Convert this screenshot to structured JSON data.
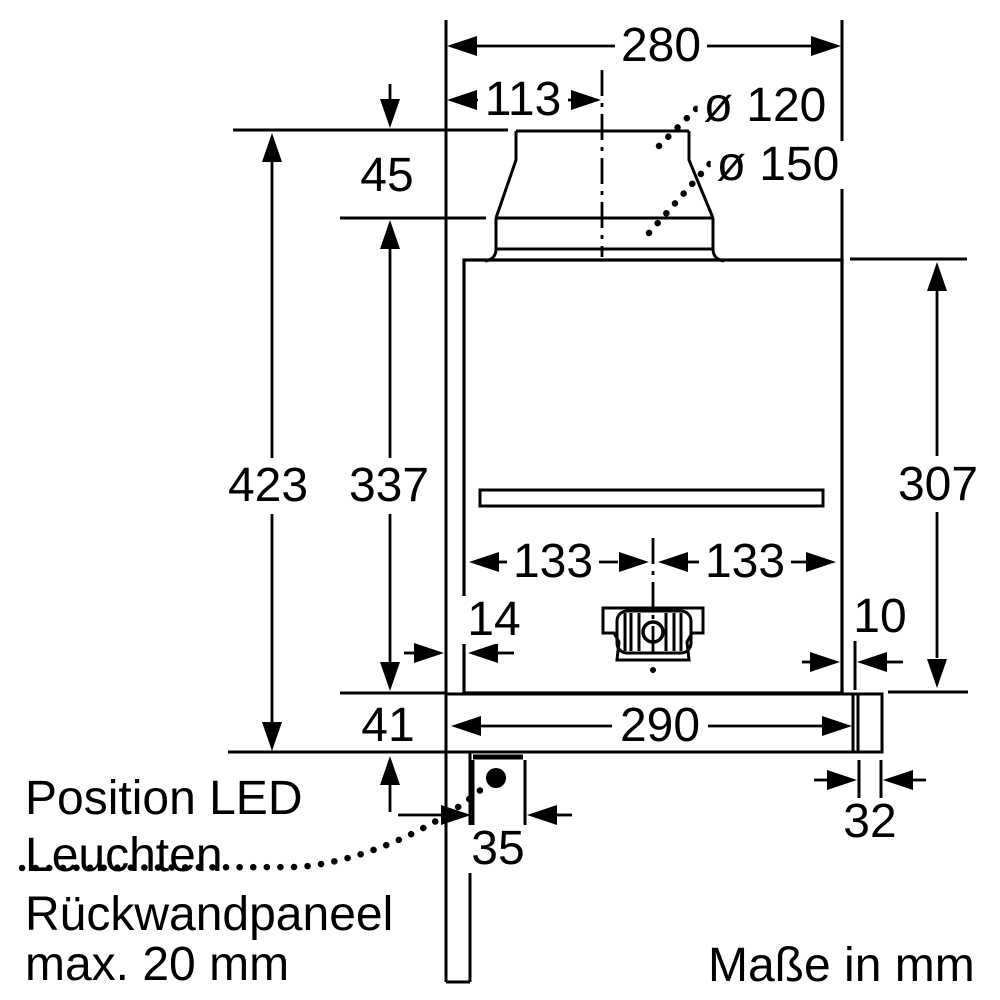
{
  "drawing": {
    "unit_note": "Maße in mm",
    "notes": {
      "led_position": "Position LED\nLeuchten",
      "back_panel": "Rückwandpaneel\nmax. 20 mm"
    },
    "dimensions": {
      "overall_width": "280",
      "duct_center_offset": "113",
      "duct_diameter_small": "ø 120",
      "duct_diameter_large": "ø 150",
      "duct_collar_height": "45",
      "overall_height": "423",
      "body_height": "337",
      "right_side_height": "307",
      "center_to_left": "133",
      "center_to_right": "133",
      "rear_gap": "14",
      "side_gap": "10",
      "plinth_height": "41",
      "plinth_width": "290",
      "led_inset": "35",
      "end_cap_depth": "32"
    }
  }
}
